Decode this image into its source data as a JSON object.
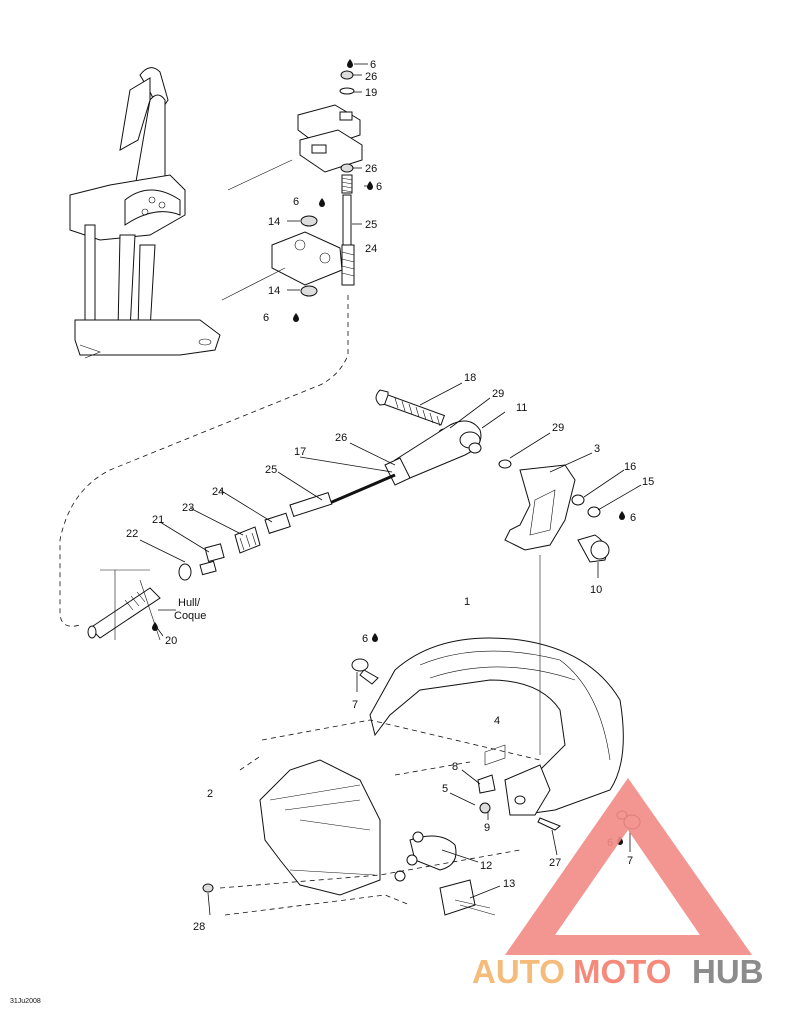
{
  "labels": {
    "p1": "1",
    "p2": "2",
    "p3": "3",
    "p4": "4",
    "p5": "5",
    "p6a": "6",
    "p6b": "6",
    "p6c": "6",
    "p6d": "6",
    "p6e": "6",
    "p6f": "6",
    "p6g": "6",
    "p7a": "7",
    "p7b": "7",
    "p8": "8",
    "p9": "9",
    "p10": "10",
    "p11": "11",
    "p12": "12",
    "p13": "13",
    "p14a": "14",
    "p14b": "14",
    "p15": "15",
    "p16": "16",
    "p17": "17",
    "p18": "18",
    "p19": "19",
    "p20": "20",
    "p21": "21",
    "p22": "22",
    "p23": "23",
    "p24a": "24",
    "p24b": "24",
    "p25a": "25",
    "p25b": "25",
    "p26a": "26",
    "p26b": "26",
    "p26c": "26",
    "p27": "27",
    "p28": "28",
    "p29a": "29",
    "p29b": "29"
  },
  "hull_label_line1": "Hull/",
  "hull_label_line2": "Coque",
  "figure_code": "31Ju2008",
  "watermark": {
    "part1": "AUTO",
    "part2": "MOTO",
    "part3": "HUB",
    "colors": {
      "auto": "#f4b46c",
      "moto": "#f47e6c",
      "hub": "#808080",
      "triangle": "#f28a86"
    }
  },
  "drop_icon": "lubricant-drop-icon"
}
